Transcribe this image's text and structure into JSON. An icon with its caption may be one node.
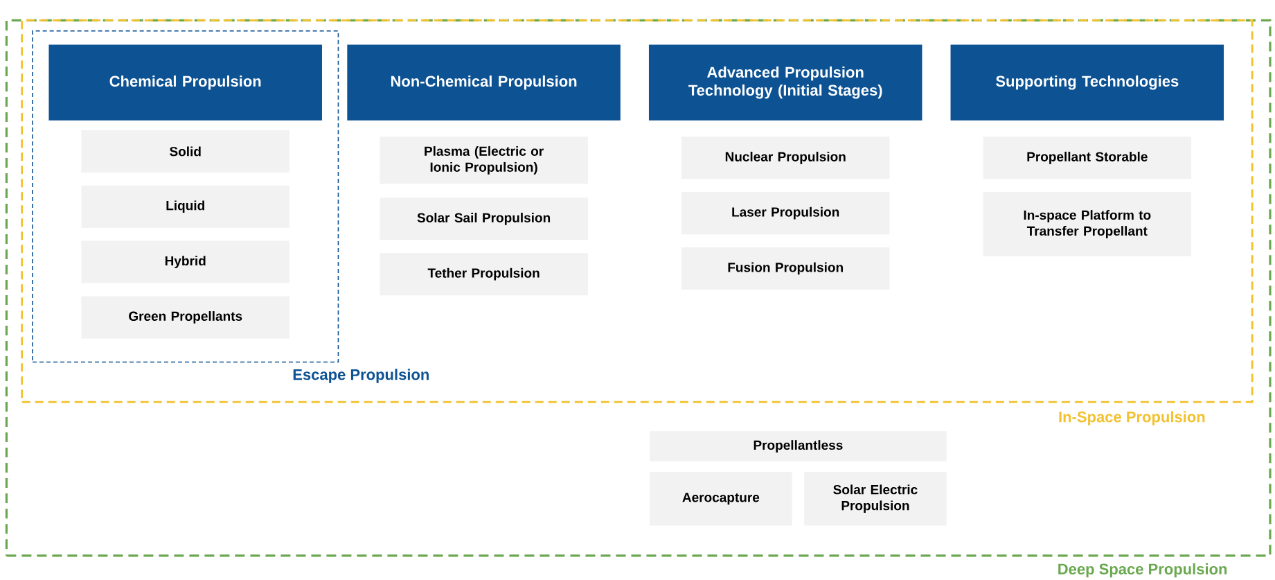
{
  "diagram": {
    "nodes": [
      {
        "text": [
          "Deep Space Propulsion"
        ]
      },
      {
        "text": [
          "In-Space Propulsion"
        ],
        "in": 0
      },
      {
        "text": [
          "Escape Propulsion"
        ],
        "in": 1
      },
      {
        "text": [
          "Chemical Propulsion"
        ],
        "in": 2
      },
      {
        "text": [
          "Solid"
        ],
        "in": 2
      },
      {
        "text": [
          "Liquid"
        ],
        "in": 2
      },
      {
        "text": [
          "Hybrid"
        ],
        "in": 2
      },
      {
        "text": [
          "Green Propellants"
        ],
        "in": 2
      },
      {
        "text": [
          "Non-Chemical Propulsion"
        ],
        "in": 1
      },
      {
        "text": [
          "Plasma (Electric or Ionic Propulsion)"
        ],
        "in": 1
      },
      {
        "text": [
          "Solar Sail Propulsion"
        ],
        "in": 1
      },
      {
        "text": [
          "Tether Propulsion"
        ],
        "in": 1
      },
      {
        "text": [
          "Advanced Propulsion Technology (Initial Stages)"
        ],
        "in": 1
      },
      {
        "text": [
          "Nuclear Propulsion"
        ],
        "in": 1
      },
      {
        "text": [
          "Laser Propulsion"
        ],
        "in": 1
      },
      {
        "text": [
          "Fusion Propulsion"
        ],
        "in": 1
      },
      {
        "text": [
          "Supporting Technologies"
        ],
        "in": 1
      },
      {
        "text": [
          "Propellant Storable"
        ],
        "in": 1
      },
      {
        "text": [
          "In-space Platform to Transfer Propellant"
        ],
        "in": 1
      },
      {
        "text": [
          "Propellantless"
        ],
        "in": 0
      },
      {
        "text": [
          "Aerocapture"
        ],
        "in": 0
      },
      {
        "text": [
          "Solar Electric Propulsion"
        ],
        "in": 0
      }
    ],
    "edges": []
  }
}
